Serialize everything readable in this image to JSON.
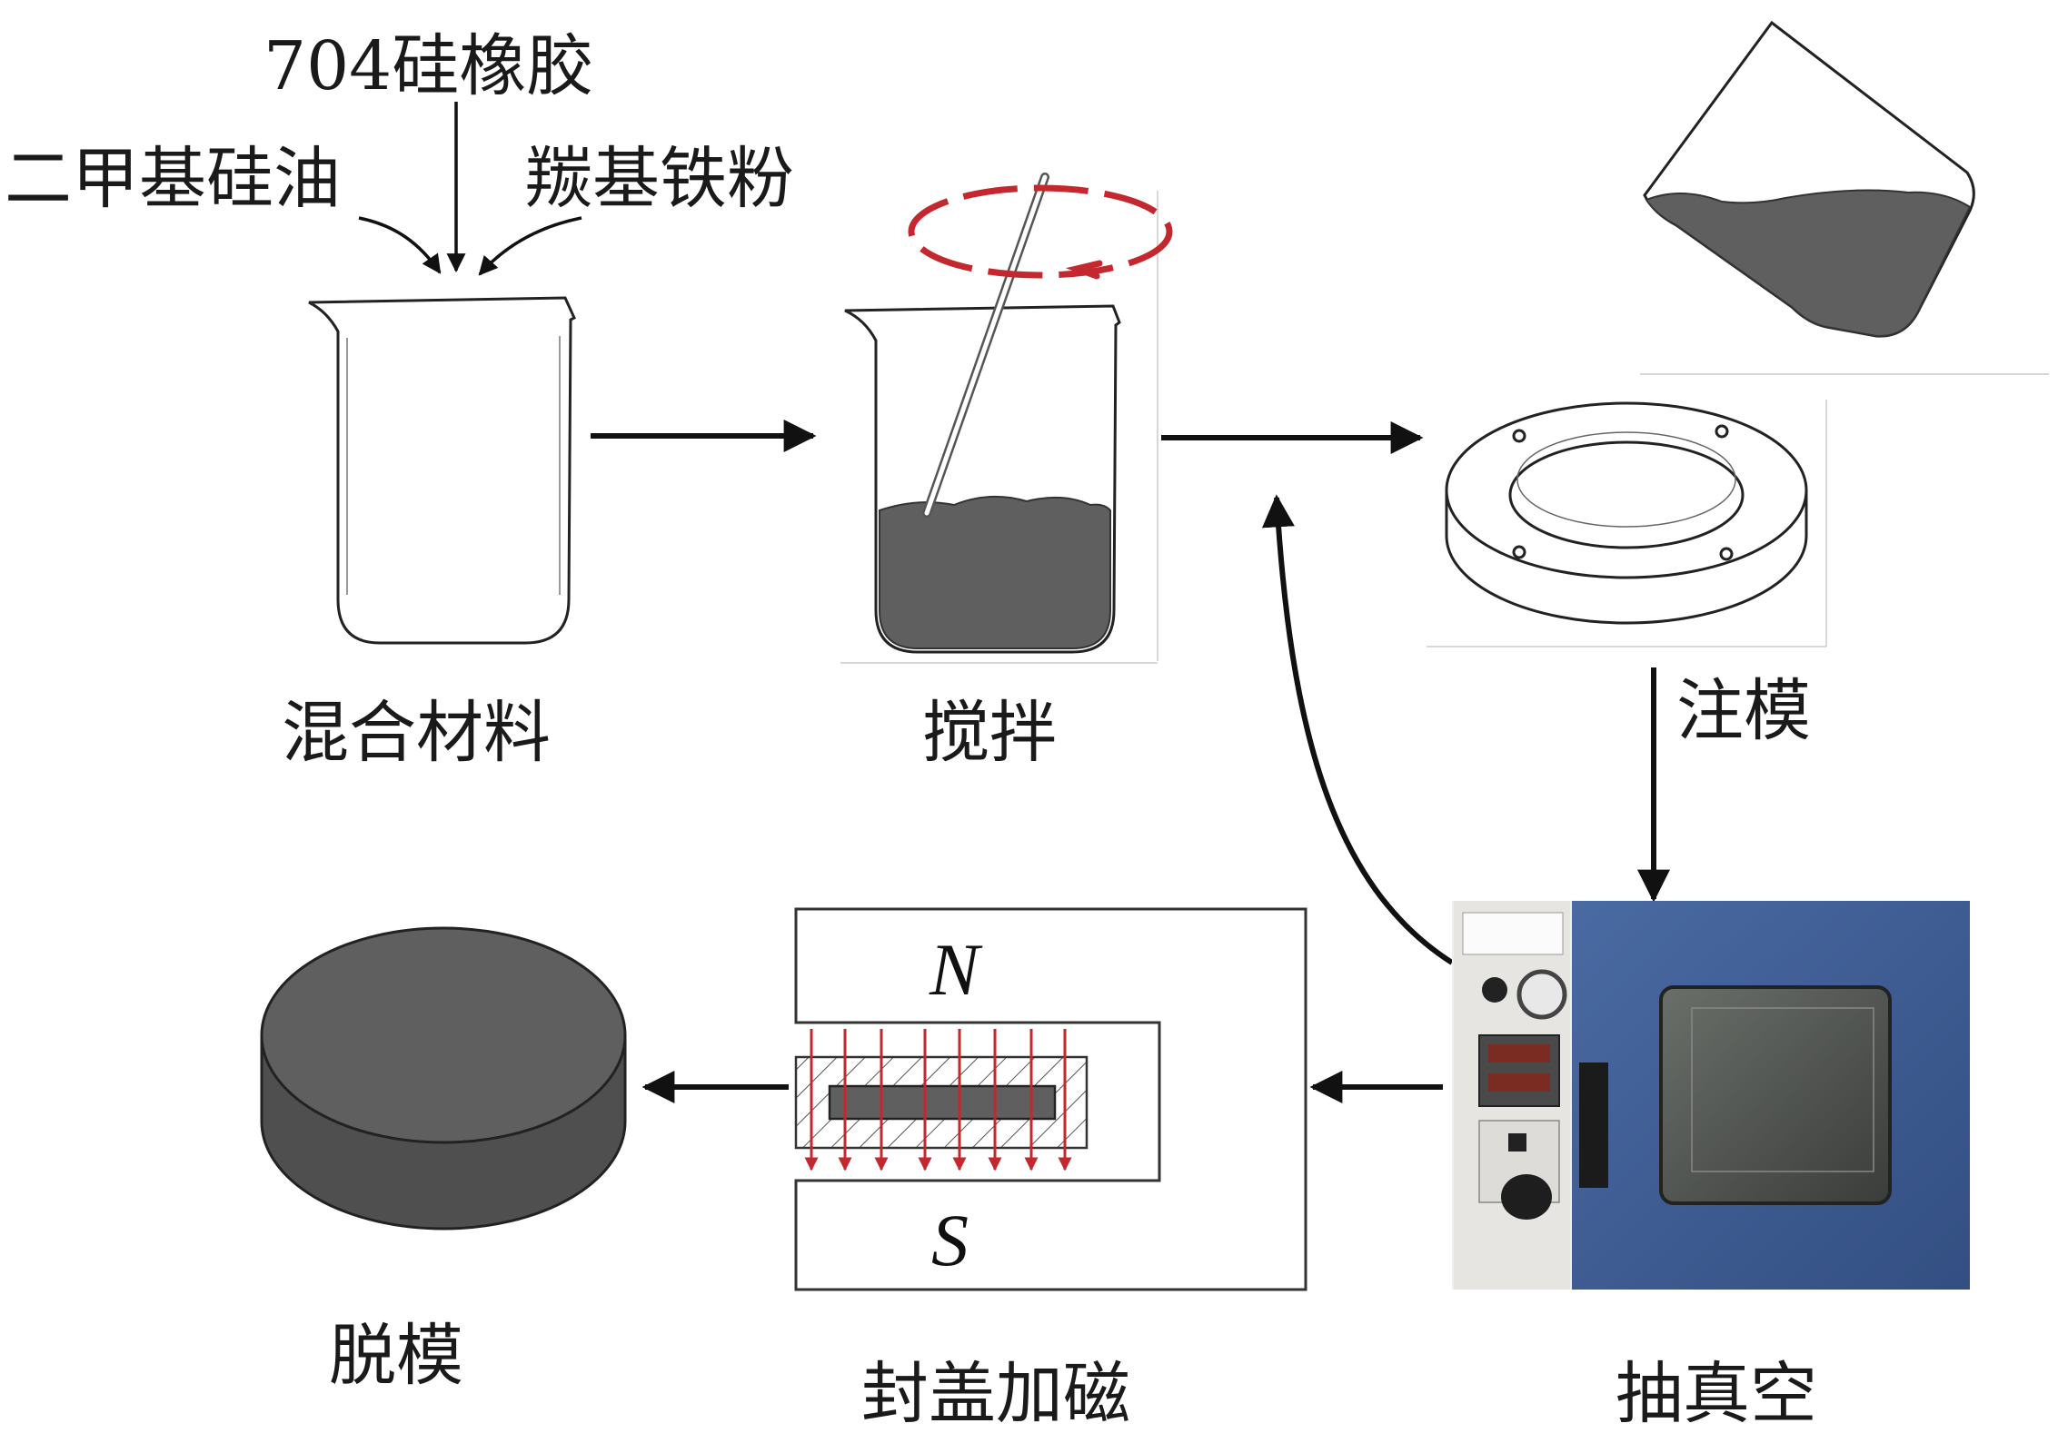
{
  "ingredients": {
    "rubber": "704硅橡胶",
    "oil": "二甲基硅油",
    "powder": "羰基铁粉"
  },
  "steps": {
    "mix": "混合材料",
    "stir": "搅拌",
    "inject": "注模",
    "vacuum": "抽真空",
    "magnetize": "封盖加磁",
    "demold": "脱模"
  },
  "magnet": {
    "north": "N",
    "south": "S"
  },
  "colors": {
    "fill_dark": "#5f5f5f",
    "stir_ring": "#c4272e",
    "field_arrow": "#c4272e",
    "oven_blue": "#3f5f95"
  }
}
